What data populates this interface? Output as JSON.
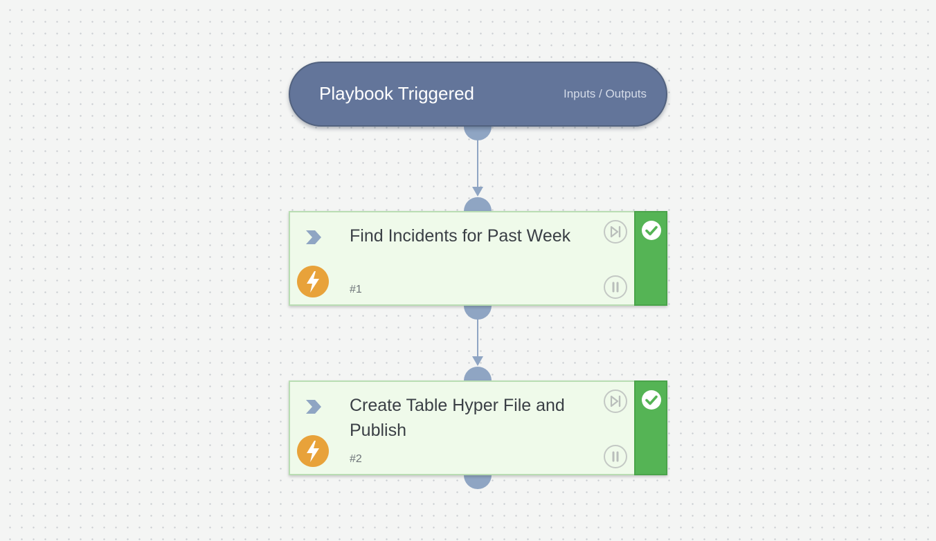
{
  "trigger": {
    "title": "Playbook Triggered",
    "io_link": "Inputs / Outputs",
    "color": "#63759a"
  },
  "tasks": [
    {
      "title": "Find Incidents for Past Week",
      "id": "#1",
      "type_icon": "lightning-icon",
      "status": "completed"
    },
    {
      "title": "Create Table Hyper File and Publish",
      "id": "#2",
      "type_icon": "lightning-icon",
      "status": "completed"
    }
  ],
  "colors": {
    "canvas_background": "#f4f5f4",
    "connector": "#8fa5c3",
    "task_background": "#effaea",
    "status_success": "#55b455",
    "automation_icon": "#e8a23a"
  }
}
